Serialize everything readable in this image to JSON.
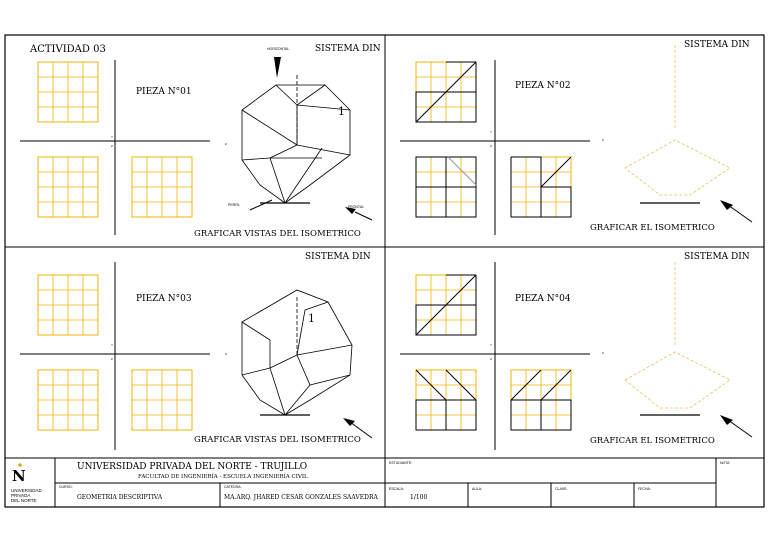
{
  "sheet": {
    "activity": "ACTIVIDAD 03",
    "system_label": "SISTEMA DIN",
    "colors": {
      "grid": "#f0b400",
      "ink": "#000000",
      "guide": "#e8c060"
    }
  },
  "panels": [
    {
      "piece": "PIEZA N°01",
      "instruction": "GRAFICAR VISTAS DEL ISOMETRICO",
      "number": "1",
      "tags": {
        "top": "HORIZONTAL",
        "left": "PERFIL",
        "right": "FRONTAL"
      }
    },
    {
      "piece": "PIEZA N°02",
      "instruction": "GRAFICAR EL ISOMETRICO"
    },
    {
      "piece": "PIEZA N°03",
      "instruction": "GRAFICAR VISTAS DEL ISOMETRICO",
      "number": "1"
    },
    {
      "piece": "PIEZA N°04",
      "instruction": "GRAFICAR EL ISOMETRICO"
    }
  ],
  "axis_labels": {
    "y": "Y",
    "z": "Z"
  },
  "title_block": {
    "university": "UNIVERSIDAD PRIVADA DEL NORTE - TRUJILLO",
    "faculty": "FACULTAD DE INGENIERÍA - ESCUELA INGENIERÍA CIVIL",
    "logo_lines": [
      "UNIVERSIDAD",
      "PRIVADA",
      "DEL NORTE"
    ],
    "course_label": "CURSO:",
    "course": "GEOMETRIA DESCRIPTIVA",
    "teacher_label": "CATEDRA:",
    "teacher": "MA.ARQ. JHARED CESAR GONZALES SAAVEDRA",
    "student_label": "ESTUDIANTE:",
    "grade_label": "NOTA",
    "scale_label": "ESCALA:",
    "scale": "1/100",
    "room_label": "AULA:",
    "class_label": "CLASE:",
    "date_label": "FECHA:"
  }
}
